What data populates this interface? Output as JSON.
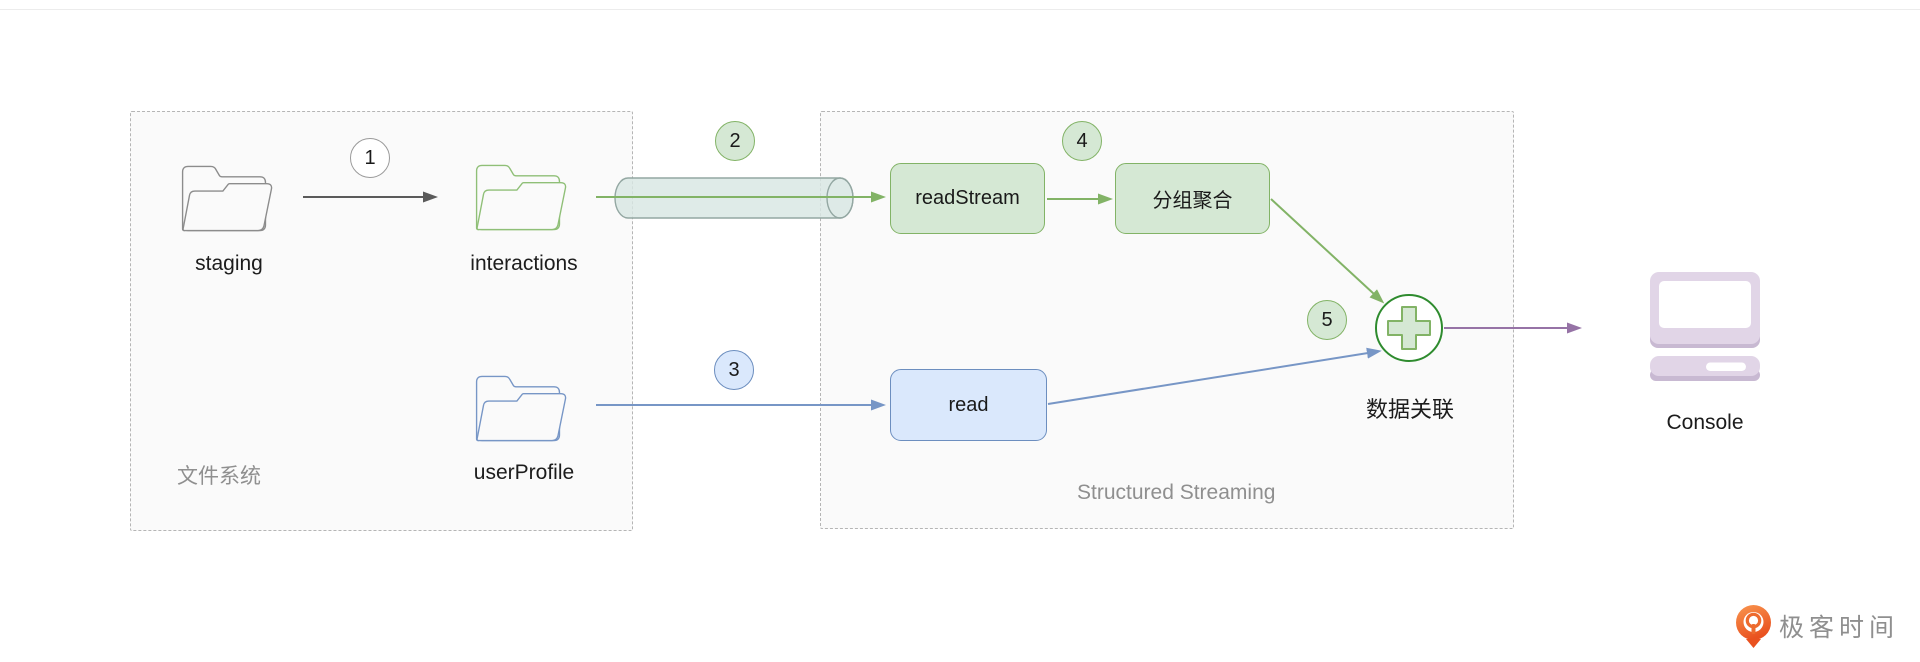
{
  "regions": {
    "file_system": {
      "label": "文件系统"
    },
    "structured_streaming": {
      "label": "Structured Streaming"
    }
  },
  "folders": [
    {
      "label": "staging"
    },
    {
      "label": "interactions"
    },
    {
      "label": "userProfile"
    }
  ],
  "nodes": {
    "read_stream": {
      "label": "readStream"
    },
    "group_aggregation": {
      "label": "分组聚合"
    },
    "read": {
      "label": "read"
    },
    "data_join": {
      "label": "数据关联"
    },
    "console": {
      "label": "Console"
    }
  },
  "steps": [
    "1",
    "2",
    "3",
    "4",
    "5"
  ],
  "branding": {
    "logo_text": "极客时间"
  },
  "colors": {
    "green_fill": "#d5e8d4",
    "green_stroke": "#82b366",
    "blue_fill": "#dae8fc",
    "blue_stroke": "#6c8ebf",
    "purple_stroke": "#9673a6",
    "lavender_fill": "#e1d5e7",
    "join_circle_stroke": "#2e8b2e",
    "folder_gray": "#8c8c8c",
    "folder_green": "#8fbf77",
    "folder_blue": "#7796c6",
    "pipe_fill": "#d8e7e3",
    "arrow_gray": "#5a5a5a",
    "region_text": "#8f8f8f",
    "logo_orange": "#ed5b2d"
  }
}
